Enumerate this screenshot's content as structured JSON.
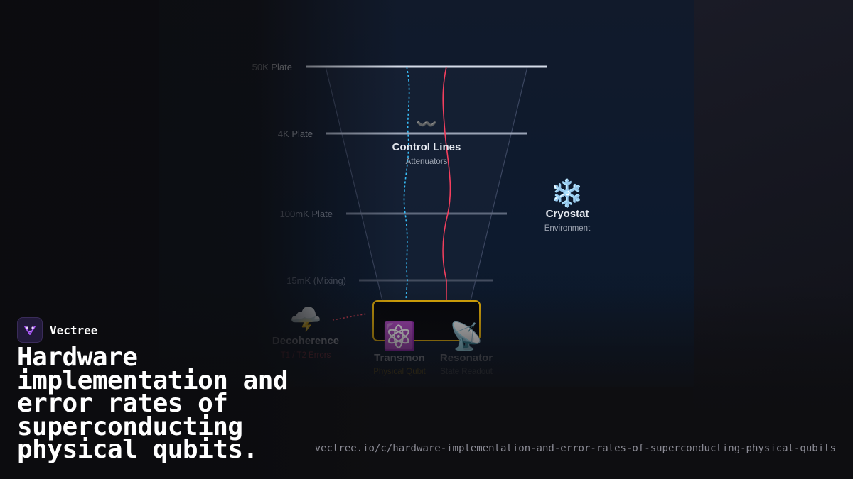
{
  "diagram": {
    "plates": [
      {
        "label": "50K Plate"
      },
      {
        "label": "4K Plate"
      },
      {
        "label": "100mK Plate"
      },
      {
        "label": "15mK (Mixing)"
      }
    ],
    "control_lines": {
      "icon": "〰️",
      "title": "Control Lines",
      "subtitle": "Attenuators"
    },
    "cryostat": {
      "icon": "❄️",
      "title": "Cryostat",
      "subtitle": "Environment"
    },
    "decoherence": {
      "icon": "🌩️",
      "title": "Decoherence",
      "subtitle": "T1 / T2 Errors"
    },
    "transmon": {
      "icon": "⚛️",
      "title": "Transmon",
      "subtitle": "Physical Qubit"
    },
    "resonator": {
      "icon": "📡",
      "title": "Resonator",
      "subtitle": "State Readout"
    }
  },
  "colors": {
    "cyan_line": "#38bdf8",
    "red_line": "#f43f5e",
    "chip_border": "#eab308",
    "error_red": "#e0435a"
  },
  "brand": {
    "name": "Vectree"
  },
  "headline": "Hardware implementation and error rates of superconducting physical qubits.",
  "url": "vectree.io/c/hardware-implementation-and-error-rates-of-superconducting-physical-qubits"
}
